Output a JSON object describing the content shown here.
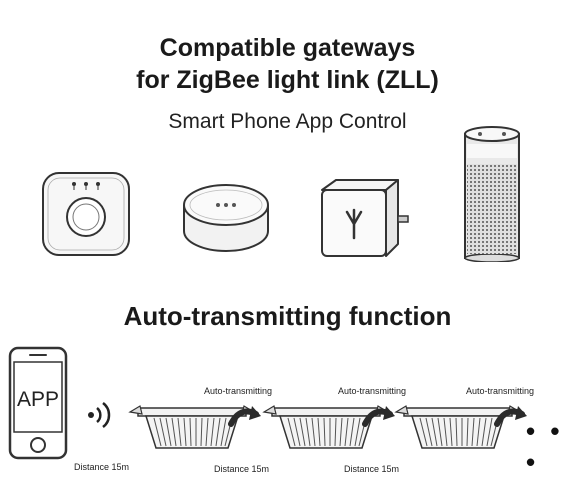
{
  "header": {
    "title_line1": "Compatible gateways",
    "title_line2": "for ZigBee light link (ZLL)",
    "subtitle": "Smart Phone App Control"
  },
  "gateways": [
    {
      "name": "bridge-hub-icon"
    },
    {
      "name": "round-hub-icon"
    },
    {
      "name": "plug-hub-icon"
    },
    {
      "name": "smart-speaker-icon"
    }
  ],
  "section": {
    "title": "Auto-transmitting function"
  },
  "phone": {
    "screen_text": "APP"
  },
  "labels": {
    "auto1": "Auto-transmitting",
    "auto2": "Auto-transmitting",
    "auto3": "Auto-transmitting",
    "dist1": "Distance 15m",
    "dist2": "Distance 15m",
    "dist3": "Distance 15m",
    "ellipsis": "• • •"
  },
  "colors": {
    "stroke": "#333333",
    "fill_light": "#f4f4f4",
    "arrow": "#2b2b2b"
  }
}
